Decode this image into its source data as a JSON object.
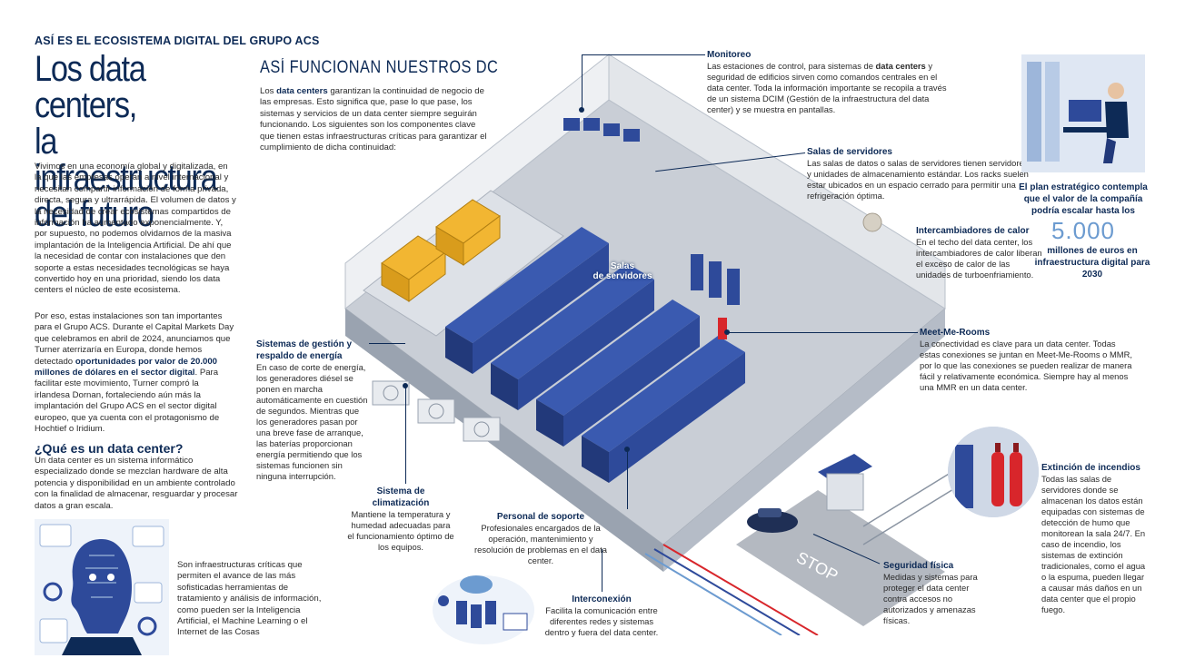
{
  "kicker": "ASÍ ES EL ECOSISTEMA DIGITAL DEL GRUPO ACS",
  "title_lines": [
    "Los data centers,",
    "la infraestructura",
    "del futuro"
  ],
  "intro_p1": "Vivimos en una economía global y digitalizada, en la que las empresas operan a nivel internacional y necesitan compartir información de forma privada, directa, segura y ultrarrápida. El volumen de datos y la necesidad de crear ecosistemas compartidos de información ha aumentado exponencialmente. Y, por supuesto, no podemos olvidarnos de la masiva implantación de la Inteligencia Artificial. De ahí que la necesidad de contar con instalaciones que den soporte a estas necesidades tecnológicas se haya convertido hoy en una prioridad, siendo los data centers el núcleo de este ecosistema.",
  "intro_p2_a": "Por eso, estas instalaciones son tan importantes para el Grupo ACS. Durante el Capital Markets Day que celebramos en abril de 2024, anunciamos que Turner aterrizaría en Europa, donde hemos detectado ",
  "intro_p2_bold": "oportunidades por valor de 20.000 millones de dólares en el sector digital",
  "intro_p2_b": ". Para facilitar este movimiento, Turner compró la irlandesa Dornan, fortaleciendo aún más la implantación del Grupo ACS en el sector digital europeo, que ya cuenta con el protagonismo de Hochtief o Iridium.",
  "what_title": "¿Qué es un data center?",
  "what_body": "Un data center es un sistema informático especializado donde se mezclan hardware de alta potencia y disponibilidad en un ambiente controlado con la finalidad de almacenar, resguardar y procesar datos a gran escala.",
  "ai_caption": "Son infraestructuras críticas que permiten el avance de las más sofisticadas herramientas de tratamiento y análisis de información, como pueden ser la Inteligencia Artificial, el Machine Learning o el Internet de las Cosas",
  "section_title": "ASÍ FUNCIONAN NUESTROS DC",
  "section_intro_a": "Los ",
  "section_intro_bold": "data centers",
  "section_intro_b": " garantizan la continuidad de negocio de las empresas. Esto significa que, pase lo que pase, los sistemas y servicios de un data center siempre seguirán funcionando. Los siguientes son los componentes clave que tienen estas infraestructuras críticas para garantizar el cumplimiento de dicha continuidad:",
  "labels": {
    "monitoreo": {
      "title": "Monitoreo",
      "body_a": "Las estaciones de control, para sistemas de ",
      "body_bold": "data centers",
      "body_b": " y seguridad de edificios sirven como comandos centrales en el data center. Toda la información importante se recopila a través de un sistema DCIM (Gestión de la infraestructura del data center) y se muestra en pantallas."
    },
    "salas": {
      "title": "Salas de servidores",
      "body": "Las salas de datos o salas de servidores tienen servidores y unidades de almacenamiento estándar. Los racks suelen estar ubicados en un espacio cerrado para permitir una refrigeración óptima."
    },
    "salas_inline": [
      "Salas",
      "de servidores"
    ],
    "intercambiadores": {
      "title": "Intercambiadores de calor",
      "body": "En el techo del data center, los intercambiadores de calor liberan el exceso de calor de las unidades de turboenfriamiento."
    },
    "meetme": {
      "title": "Meet-Me-Rooms",
      "body": "La conectividad es clave para un data center. Todas estas conexiones se juntan en Meet-Me-Rooms o MMR, por lo que las conexiones se pueden realizar de manera fácil y relativamente económica. Siempre hay al menos una MMR en un data center."
    },
    "gestion": {
      "title": "Sistemas de gestión y respaldo de energía",
      "body": "En caso de corte de energía, los generadores diésel se ponen en marcha automáticamente en cuestión de segundos. Mientras que los generadores pasan por una breve fase de arranque, las baterías proporcionan energía permitiendo que los sistemas funcionen sin ninguna interrupción."
    },
    "climatizacion": {
      "title": "Sistema de climatización",
      "body": "Mantiene la temperatura y humedad adecuadas para el funcionamiento óptimo de los equipos."
    },
    "personal": {
      "title": "Personal de soporte",
      "body": "Profesionales encargados de la operación, mantenimiento y resolución de problemas en el data center."
    },
    "interconexion": {
      "title": "Interconexión",
      "body": "Facilita la comunicación entre diferentes redes y sistemas dentro y fuera del data center."
    },
    "seguridad": {
      "title": "Seguridad física",
      "body": "Medidas y sistemas para proteger el data center contra accesos no autorizados y amenazas físicas."
    },
    "extincion": {
      "title": "Extinción de incendios",
      "body": "Todas las salas de servidores donde se almacenan los datos están equipadas con sistemas de detección de humo que monitorean la sala 24/7. En caso de incendio, los sistemas de extinción tradicionales, como el agua o la espuma, pueden llegar a causar más daños en un data center que el propio fuego."
    }
  },
  "plan": {
    "pre": "El plan estratégico contempla que el valor de la compañía podría escalar hasta los",
    "number": "5.000",
    "post": "millones de euros en infraestructura digital para 2030"
  },
  "stop_text": "STOP",
  "colors": {
    "navy": "#0d2a56",
    "rack_blue": "#2e4a9a",
    "floor": "#c9ced6",
    "wall": "#eef0f3",
    "accent_light": "#6c9bd0",
    "generator": "#f2b632",
    "red": "#d8262b"
  }
}
